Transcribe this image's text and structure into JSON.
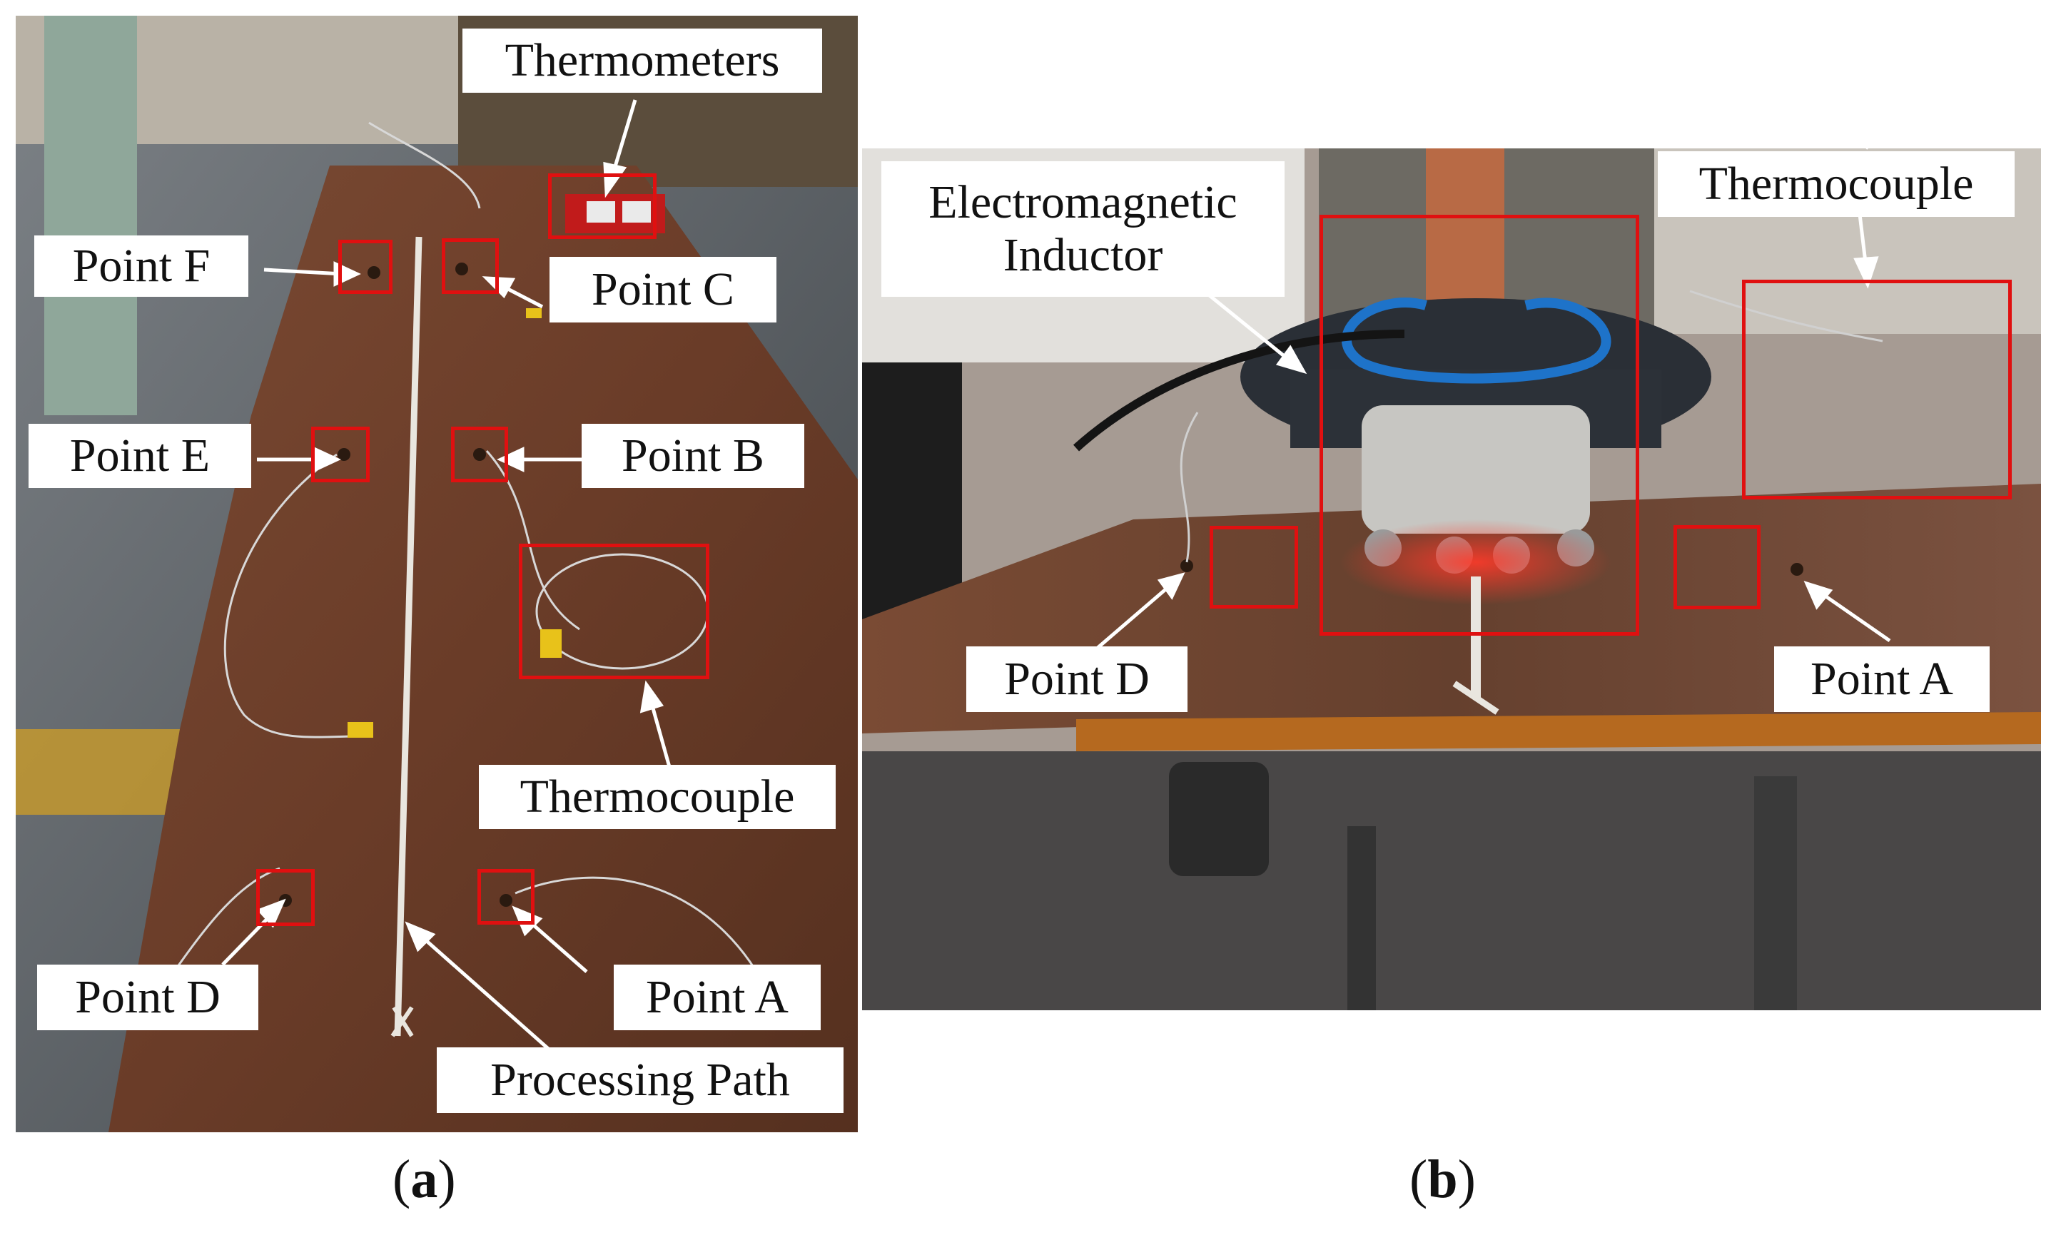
{
  "panel_a": {
    "labels": {
      "thermometers": "Thermometers",
      "point_f": "Point F",
      "point_c": "Point C",
      "point_e": "Point E",
      "point_b": "Point B",
      "thermocouple": "Thermocouple",
      "point_d": "Point D",
      "point_a": "Point A",
      "processing_path": "Processing Path"
    },
    "caption": {
      "open": "(",
      "letter": "a",
      "close": ")"
    }
  },
  "panel_b": {
    "labels": {
      "inductor_line1": "Electromagnetic",
      "inductor_line2": "Inductor",
      "thermocouple": "Thermocouple",
      "point_d": "Point D",
      "point_a": "Point A"
    },
    "caption": {
      "open": "(",
      "letter": "b",
      "close": ")"
    }
  },
  "colors": {
    "box": "#e01010",
    "steel_plate": "#6b3f2a",
    "arrow": "#ffffff"
  }
}
